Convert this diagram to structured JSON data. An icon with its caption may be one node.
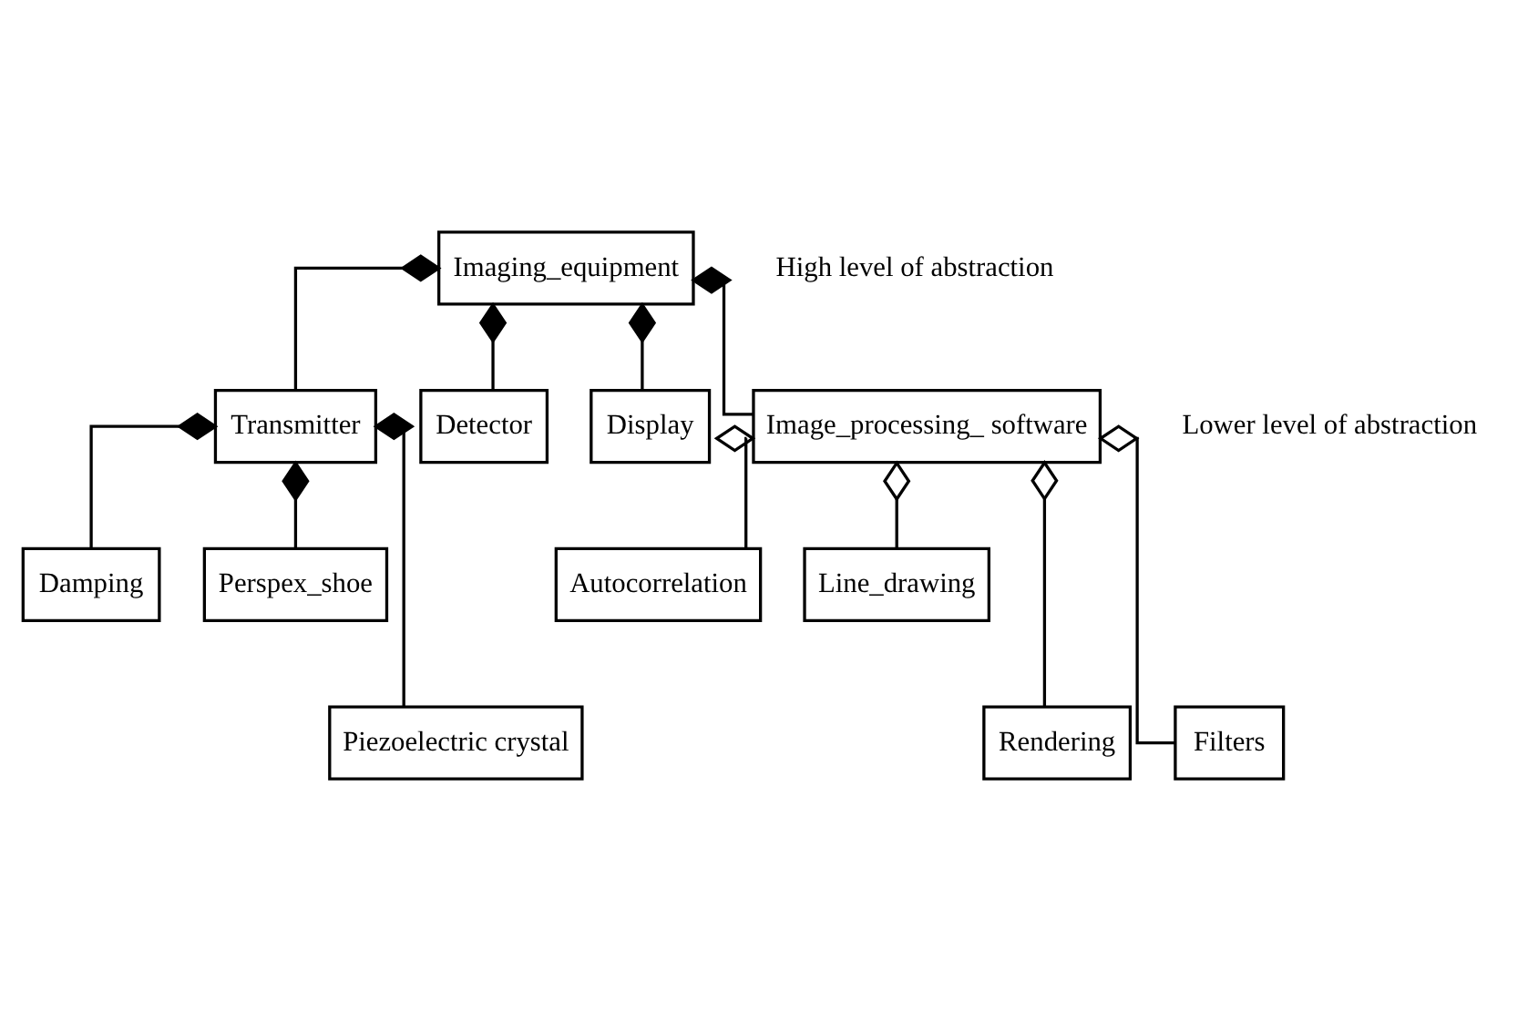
{
  "diagram": {
    "nodes": [
      {
        "text": [
          "Imaging_equipment"
        ]
      },
      {
        "text": [
          "Transmitter"
        ]
      },
      {
        "text": [
          "Detector"
        ]
      },
      {
        "text": [
          "Display"
        ]
      },
      {
        "text": [
          "Image_processing_ software"
        ]
      },
      {
        "text": [
          "Damping"
        ]
      },
      {
        "text": [
          "Perspex_shoe"
        ]
      },
      {
        "text": [
          "Piezoelectric crystal"
        ]
      },
      {
        "text": [
          "Autocorrelation"
        ]
      },
      {
        "text": [
          "Line_drawing"
        ]
      },
      {
        "text": [
          "Rendering"
        ]
      },
      {
        "text": [
          "Filters"
        ]
      }
    ],
    "edges": [
      {
        "from": 0,
        "to": 1,
        "arrow": "other"
      },
      {
        "from": 0,
        "to": 2,
        "arrow": "other"
      },
      {
        "from": 0,
        "to": 3,
        "arrow": "other"
      },
      {
        "from": 0,
        "to": 4,
        "arrow": "other"
      },
      {
        "from": 1,
        "to": 5,
        "arrow": "other"
      },
      {
        "from": 1,
        "to": 6,
        "arrow": "other"
      },
      {
        "from": 1,
        "to": 7,
        "arrow": "other"
      },
      {
        "from": 4,
        "to": 8,
        "arrow": "other"
      },
      {
        "from": 4,
        "to": 10,
        "arrow": "other"
      },
      {
        "from": 4,
        "to": 11,
        "arrow": "other"
      },
      {
        "from": 4,
        "to": 9,
        "arrow": "other"
      }
    ],
    "labels": [
      "High level of abstraction",
      "Lower level of abstraction"
    ]
  }
}
